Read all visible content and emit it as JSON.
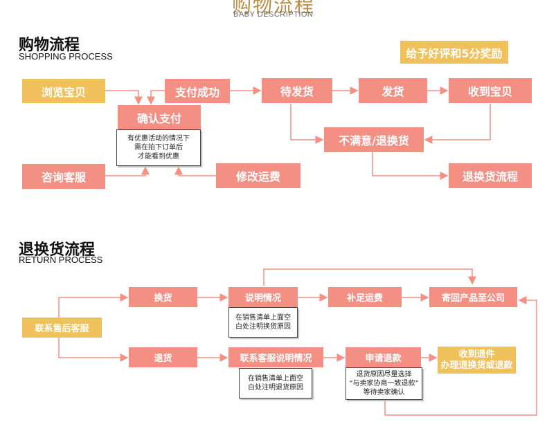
{
  "header": {
    "title": "购物流程",
    "subtitle": "BABY DESCRIPTION"
  },
  "shopping": {
    "title": "购物流程",
    "subtitle": "SHOPPING PROCESS",
    "reward": "给予好评和5分奖励",
    "browse": "浏览宝贝",
    "pay_success": "支付成功",
    "confirm_pay": "确认支付",
    "note": [
      "有优惠活动的情况下",
      "需在拍下订单后",
      "才能看到优惠"
    ],
    "consult": "咨询客服",
    "modify_shipping": "修改运费",
    "pending_ship": "待发货",
    "shipped": "发货",
    "received": "收到宝贝",
    "unsatisfied": "不满意/退换货",
    "return_flow": "退换货流程"
  },
  "returns": {
    "title": "退换货流程",
    "subtitle": "RETURN PROCESS",
    "contact": "联系售后客服",
    "exchange": "换货",
    "explain": "说明情况",
    "explain_note": [
      "在销售清单上面空",
      "白处注明换货原因"
    ],
    "add_shipping": "补足运费",
    "send_back": "寄回产品至公司",
    "refund": "退货",
    "contact_explain": "联系客服说明情况",
    "contact_note": [
      "在销售清单上面空",
      "白处注明退货原因"
    ],
    "apply_refund": "申请退款",
    "refund_note": [
      "退货原因尽量选择",
      "“与卖家协商一致退款”",
      "等待卖家确认"
    ],
    "receive_return": [
      "收到退件",
      "办理退换货或退款"
    ]
  },
  "colors": {
    "pink": "#f48f84",
    "gold": "#f0c05a",
    "line": "#f48f84"
  }
}
